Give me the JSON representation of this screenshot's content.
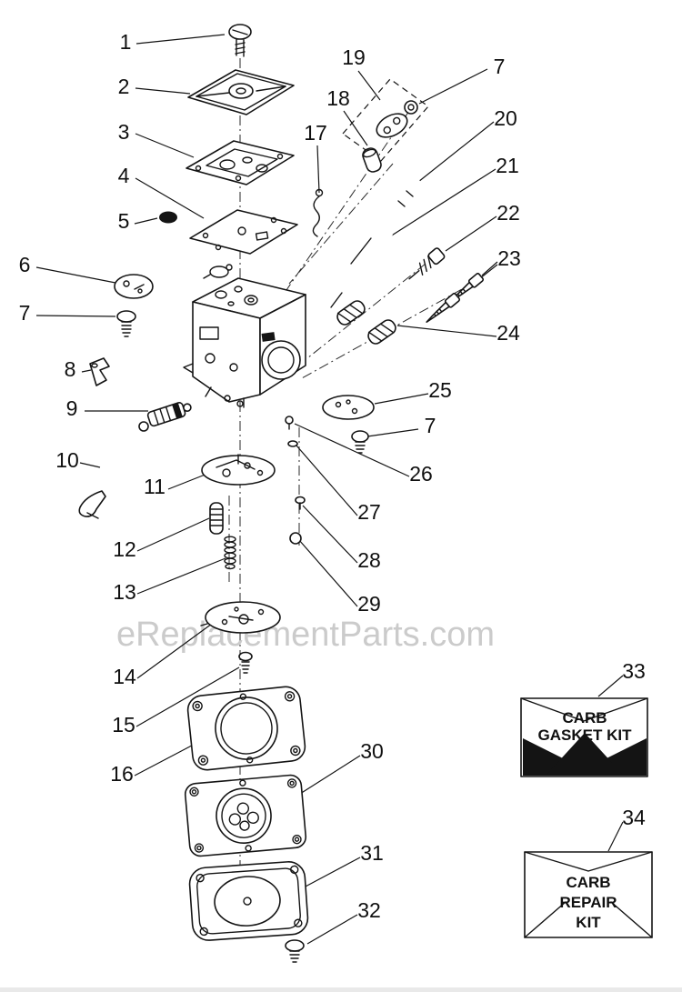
{
  "watermark": "eReplacementParts.com",
  "colors": {
    "ink": "#141414",
    "paper": "#ffffff",
    "watermark": "#c3c3c3"
  },
  "callouts": [
    {
      "label": "1"
    },
    {
      "label": "2"
    },
    {
      "label": "3"
    },
    {
      "label": "4"
    },
    {
      "label": "5"
    },
    {
      "label": "6"
    },
    {
      "label": "7"
    },
    {
      "label": "8"
    },
    {
      "label": "9"
    },
    {
      "label": "10"
    },
    {
      "label": "11"
    },
    {
      "label": "12"
    },
    {
      "label": "13"
    },
    {
      "label": "14"
    },
    {
      "label": "15"
    },
    {
      "label": "16"
    },
    {
      "label": "17"
    },
    {
      "label": "18"
    },
    {
      "label": "19"
    },
    {
      "label": "7"
    },
    {
      "label": "20"
    },
    {
      "label": "21"
    },
    {
      "label": "22"
    },
    {
      "label": "23"
    },
    {
      "label": "24"
    },
    {
      "label": "25"
    },
    {
      "label": "7"
    },
    {
      "label": "26"
    },
    {
      "label": "27"
    },
    {
      "label": "28"
    },
    {
      "label": "29"
    },
    {
      "label": "30"
    },
    {
      "label": "31"
    },
    {
      "label": "32"
    },
    {
      "label": "33"
    },
    {
      "label": "34"
    }
  ],
  "kits": {
    "gasket_kit": {
      "callout": "33",
      "lines": [
        "CARB",
        "GASKET KIT"
      ]
    },
    "repair_kit": {
      "callout": "34",
      "lines": [
        "CARB",
        "REPAIR",
        "KIT"
      ]
    }
  }
}
